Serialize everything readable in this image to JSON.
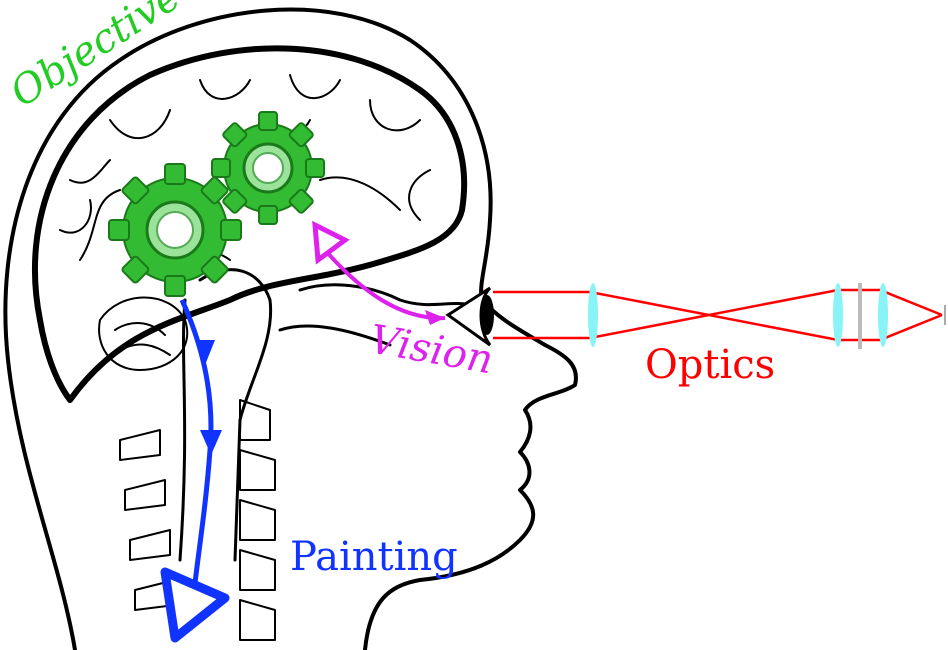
{
  "labels": {
    "objective": "Objective",
    "vision": "Vision",
    "optics": "Optics",
    "painting": "Painting"
  },
  "colors": {
    "objective": "#22cc22",
    "vision": "#dd22ee",
    "optics": "#ff0000",
    "painting": "#1133ff",
    "lens": "#88f4f8",
    "outline": "#000000"
  }
}
